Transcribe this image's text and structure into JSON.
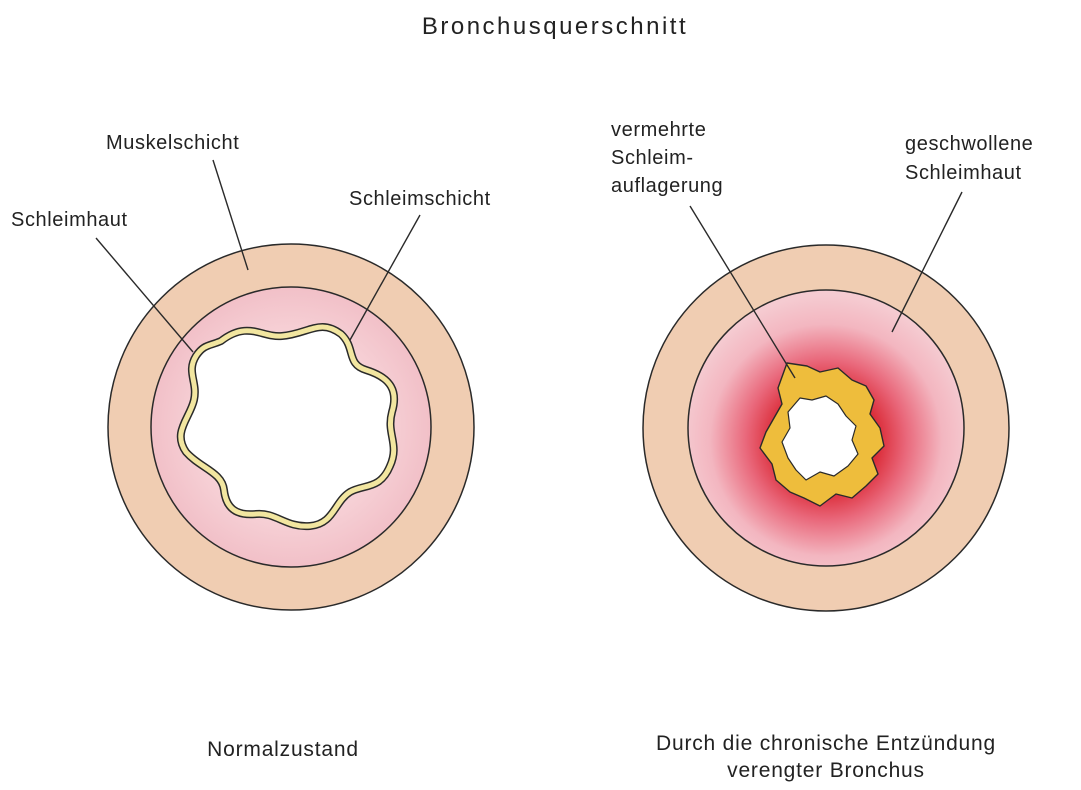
{
  "title": "Bronchusquerschnitt",
  "normal": {
    "labels": {
      "muskelschicht": "Muskelschicht",
      "schleimhaut": "Schleimhaut",
      "schleimschicht": "Schleimschicht"
    },
    "caption": "Normalzustand"
  },
  "inflamed": {
    "labels": {
      "mucus_line1": "vermehrte",
      "mucus_line2": "Schleim-",
      "mucus_line3": "auflagerung",
      "mucosa_line1": "geschwollene",
      "mucosa_line2": "Schleimhaut"
    },
    "caption_line1": "Durch die chronische Entzündung",
    "caption_line2": "verengter Bronchus"
  },
  "colors": {
    "muscle": "#f0cdb2",
    "mucosa": "#f4c8ce",
    "mucus_normal": "#f2e6a0",
    "mucus_inflamed": "#eebd3c",
    "inflammation": "#d8202b",
    "outline": "#2a2a2a"
  }
}
